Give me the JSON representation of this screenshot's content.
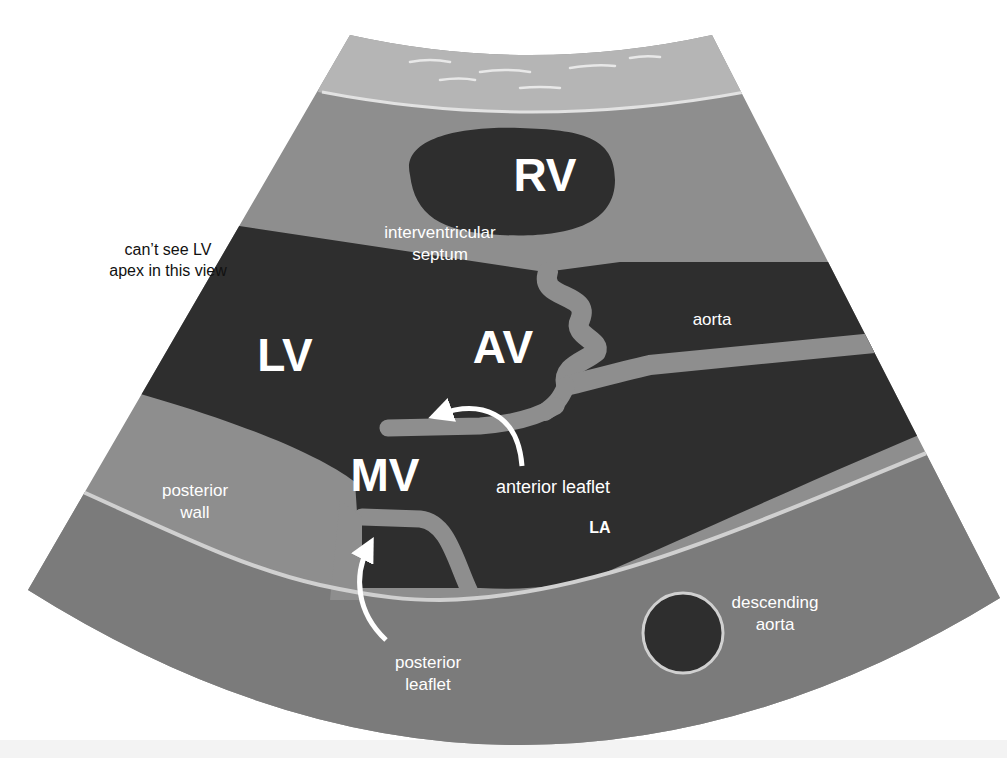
{
  "diagram": {
    "labels": [
      "RV",
      "interventricular septum",
      "can’t see LV apex in this view",
      "aorta",
      "LV",
      "AV",
      "anterior leaflet",
      "MV",
      "posterior wall",
      "LA",
      "descending aorta",
      "posterior leaflet"
    ]
  }
}
